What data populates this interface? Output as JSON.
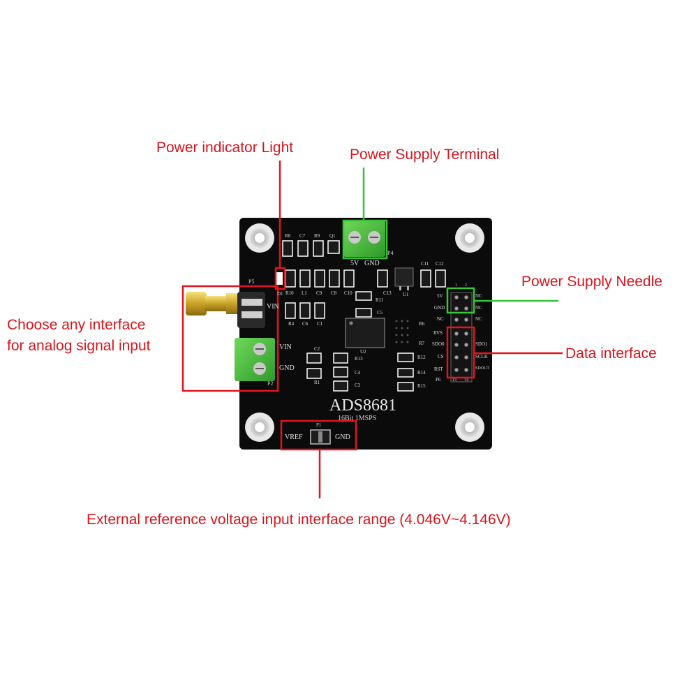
{
  "callouts": {
    "power_indicator": "Power indicator Light",
    "power_terminal": "Power Supply Terminal",
    "power_needle": "Power Supply Needle",
    "data_interface": "Data interface",
    "analog_input_line1": "Choose any interface",
    "analog_input_line2": "for analog signal input",
    "vref": "External reference voltage input interface range (4.046V~4.146V)"
  },
  "board": {
    "chip_title": "ADS8681",
    "chip_subtitle": "16Bit 1MSPS",
    "top_terminal_labels": [
      "5V",
      "GND"
    ],
    "terminal_id": "P4",
    "left_labels": {
      "p5": "P5",
      "vin_top": "VIN",
      "vin": "VIN",
      "gnd": "GND",
      "p2": "P2",
      "d1": "D1"
    },
    "vref_header": {
      "id": "P1",
      "left": "VREF",
      "right": "GND"
    },
    "header_left_labels": [
      "5V",
      "GND",
      "NC",
      "RVS",
      "SDO0",
      "CS",
      "RST"
    ],
    "header_right_labels": [
      "NC",
      "NC",
      "NC",
      "SDO1",
      "SCLK",
      "SDOUT"
    ],
    "header_top_numbers": [
      "1",
      "2"
    ],
    "header_bottom_numbers": [
      "13",
      "14"
    ],
    "header_id": "P6",
    "component_labels": {
      "row1": [
        "R8",
        "C7",
        "R9",
        "Q1"
      ],
      "row2": [
        "R10",
        "L1",
        "C9",
        "C8",
        "C10",
        "R11",
        "C13",
        "U1",
        "C11",
        "C12"
      ],
      "row3": [
        "R4",
        "C6",
        "C1"
      ],
      "u2": "U2",
      "c5": "C5",
      "right_r": [
        "R6",
        "R7",
        "R12",
        "R14",
        "R15"
      ],
      "bottom_left": [
        "C2",
        "R1",
        "R13",
        "C4",
        "C3"
      ]
    }
  },
  "colors": {
    "callout_text": "#d8141c",
    "box_red": "#e0151e",
    "box_green": "#37c43a",
    "pcb": "#0b0b0b"
  }
}
